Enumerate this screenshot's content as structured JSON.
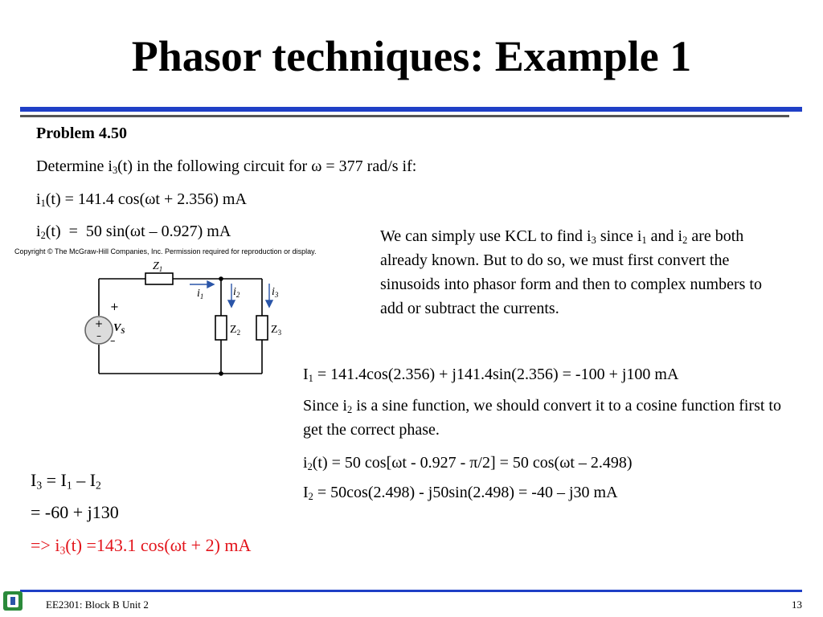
{
  "slide": {
    "title": "Phasor techniques: Example 1",
    "problem_label": "Problem 4.50",
    "prompt": {
      "a": "Determine i",
      "a_sub": "3",
      "b": "(t) in the following circuit for ω = 377 rad/s if:"
    },
    "given_i1": {
      "sym": "i",
      "sub": "1",
      "rest": "(t) = 141.4 cos(ωt + 2.356) mA"
    },
    "given_i2": {
      "sym": "i",
      "sub": "2",
      "rest": "(t)  =  50 sin(ωt – 0.927) mA"
    },
    "copyright": "Copyright © The McGraw-Hill Companies, Inc. Permission required for reproduction or display.",
    "kcl_note": {
      "a": "We can simply use KCL to find i",
      "a_sub": "3",
      "b": " since i",
      "b_sub": "1",
      "c": " and i",
      "c_sub": "2",
      "d": " are both already known.  But to do so, we must first convert the sinusoids into phasor form and then to complex numbers to add or subtract the currents."
    },
    "I1_eq": {
      "sym": "I",
      "sub": "1",
      "rest": " = 141.4cos(2.356) + j141.4sin(2.356) = -100 + j100 mA"
    },
    "since_note": {
      "a": "Since i",
      "a_sub": "2",
      "b": " is a sine function, we should convert it to a cosine function first to get the correct phase."
    },
    "i2_conv": {
      "sym": "i",
      "sub": "2",
      "rest": "(t) = 50 cos[ωt - 0.927 - π/2] = 50 cos(ωt – 2.498)"
    },
    "I2_eq": {
      "sym": "I",
      "sub": "2",
      "rest": " = 50cos(2.498) - j50sin(2.498) = -40 – j30 mA"
    },
    "result": {
      "I3_sym": "I",
      "I3_sub": "3",
      "mid": " = I",
      "I1_sub": "1",
      "minus": " – I",
      "I2_sub": "2",
      "value": "= -60 + j130",
      "final_a": "=> i",
      "final_sub": "3",
      "final_b": "(t) =143.1 cos(ωt + 2) mA"
    },
    "circuit": {
      "z1": "Z",
      "z1_sub": "1",
      "z2": "Z",
      "z2_sub": "2",
      "z3": "Z",
      "z3_sub": "3",
      "i1": "i",
      "i1_sub": "1",
      "i2": "i",
      "i2_sub": "2",
      "i3": "i",
      "i3_sub": "3",
      "vs": "V",
      "vs_sub": "S",
      "plus": "+",
      "minus": "–"
    },
    "footer": {
      "course": "EE2301: Block B Unit 2",
      "page": "13"
    },
    "colors": {
      "rule_blue": "#1f3fc6",
      "rule_gray": "#555555",
      "result_red": "#e3141b",
      "current_arrow": "#2a55a8"
    },
    "icons": {
      "university_logo": "university-logo-icon"
    }
  }
}
